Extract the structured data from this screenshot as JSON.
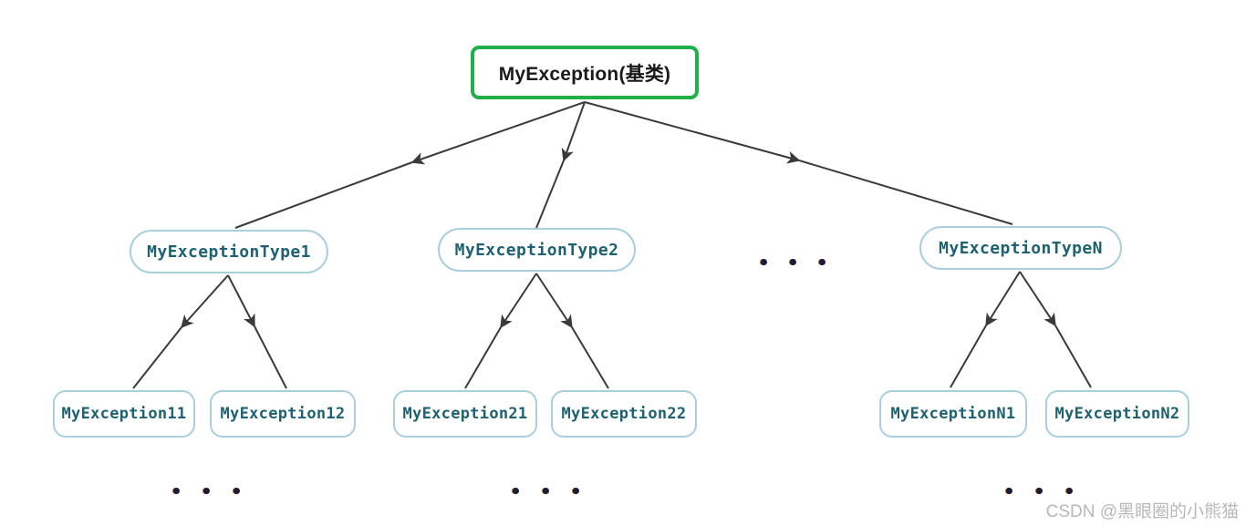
{
  "diagram": {
    "title_node": {
      "label": "MyException(基类)",
      "border_color": "#1fb04b",
      "text_color": "#1a1a1a"
    },
    "node_style": {
      "border_color": "#a8cfe0",
      "text_color": "#1d6273"
    },
    "level2": [
      {
        "label": "MyExceptionType1"
      },
      {
        "label": "MyExceptionType2"
      },
      {
        "label": "MyExceptionTypeN"
      }
    ],
    "level3": [
      {
        "label": "MyException11"
      },
      {
        "label": "MyException12"
      },
      {
        "label": "MyException21"
      },
      {
        "label": "MyException22"
      },
      {
        "label": "MyExceptionN1"
      },
      {
        "label": "MyExceptionN2"
      }
    ],
    "ellipses": [
      {
        "name": "ellipsis-level2-gap",
        "text": "..."
      },
      {
        "name": "ellipsis-under-group1",
        "text": "..."
      },
      {
        "name": "ellipsis-under-group2",
        "text": "..."
      },
      {
        "name": "ellipsis-under-group3",
        "text": "..."
      }
    ],
    "edge_color": "#3a3a3a"
  },
  "watermark": {
    "text": "CSDN @黑眼圈的小熊猫"
  }
}
